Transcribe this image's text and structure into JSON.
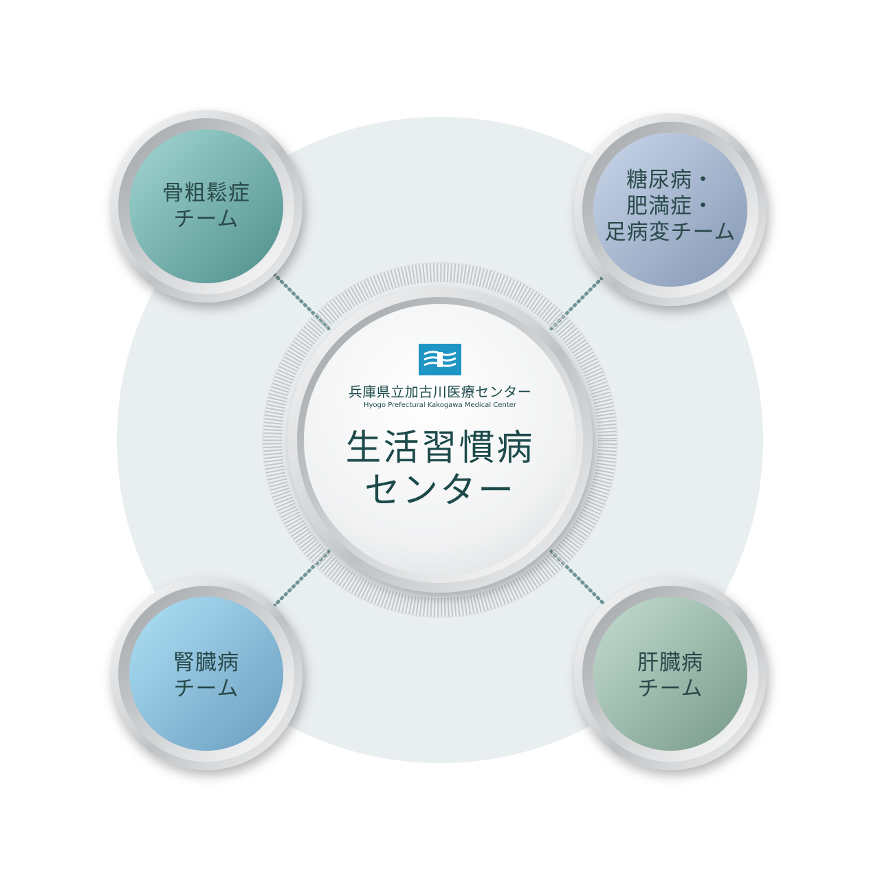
{
  "center": {
    "org_name_ja": "兵庫県立加古川医療センター",
    "org_name_en": "Hyogo Prefectural Kakogawa Medical Center",
    "title_line1": "生活習慣病",
    "title_line2": "センター",
    "logo": "hospital-logo-mark"
  },
  "teams": [
    {
      "id": "osteoporosis",
      "lines": [
        "骨粗鬆症",
        "チーム"
      ],
      "color": "#76b3b1"
    },
    {
      "id": "diabetes",
      "lines": [
        "糖尿病・",
        "肥満症・",
        "足病変チーム"
      ],
      "color": "#a6b7d0"
    },
    {
      "id": "kidney",
      "lines": [
        "腎臓病",
        "チーム"
      ],
      "color": "#8ec8e6"
    },
    {
      "id": "liver",
      "lines": [
        "肝臓病",
        "チーム"
      ],
      "color": "#9fbbad"
    }
  ],
  "colors": {
    "background_disc": "#e9eef0",
    "connector": "#6e9696",
    "text": "#1d4a4a",
    "logo": "#1f95c6"
  }
}
